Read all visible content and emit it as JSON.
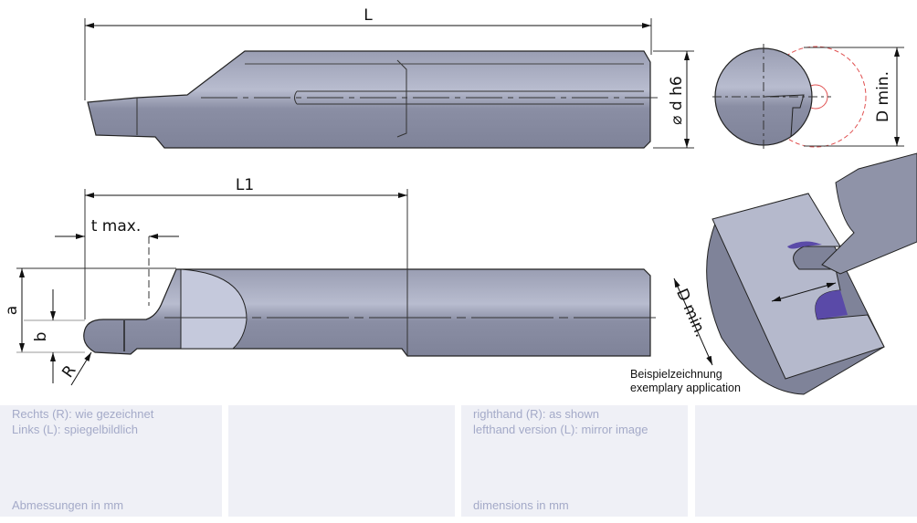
{
  "drawing": {
    "labels": {
      "L": "L",
      "d_h6": "⌀ d h6",
      "D_min_top": "D min.",
      "L1": "L1",
      "t_max": "t max.",
      "a": "a",
      "b": "b",
      "R": "R",
      "D_min_iso": "D min."
    },
    "example_caption": [
      "Beispielzeichnung",
      "exemplary application"
    ]
  },
  "panels": {
    "german": {
      "lines": [
        "Rechts (R): wie gezeichnet",
        "Links (L): spiegelbildlich"
      ],
      "units": "Abmessungen in mm"
    },
    "english": {
      "lines": [
        "righthand (R): as shown",
        "lefthand version (L): mirror image"
      ],
      "units": "dimensions in mm"
    }
  },
  "colors": {
    "tool_fill": "#8f93a8",
    "tool_light": "#c5c9dc",
    "panel_bg": "#eff0f6",
    "panel_text": "#a4aac8",
    "center_red": "#e05050",
    "groove_purple": "#5a4aa8"
  }
}
